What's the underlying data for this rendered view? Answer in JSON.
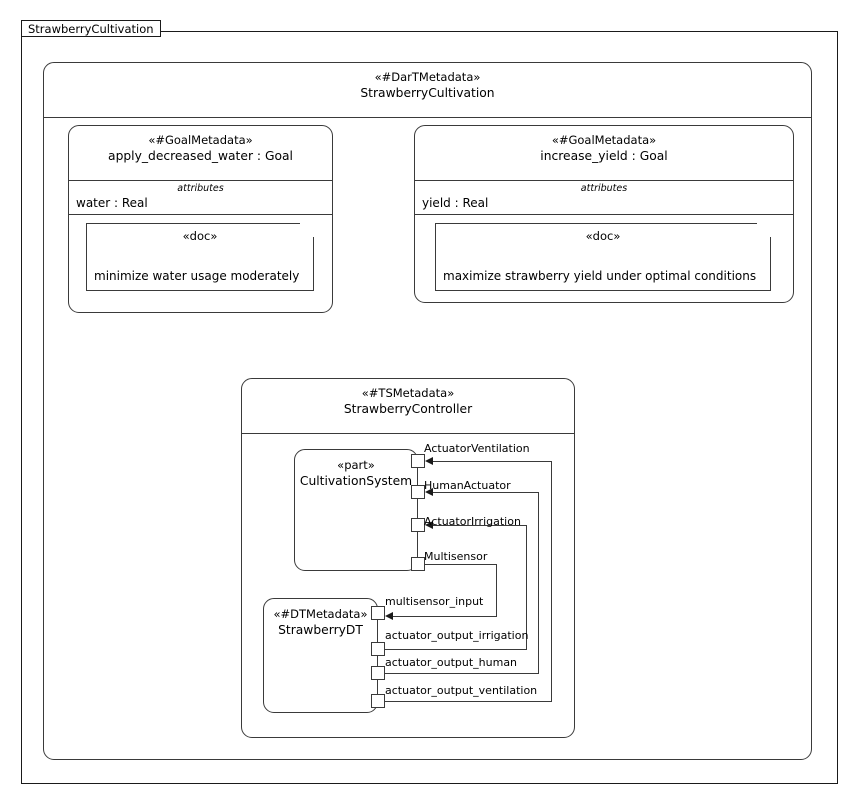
{
  "frame": {
    "label": "StrawberryCultivation"
  },
  "package": {
    "stereotype": "«#DarTMetadata»",
    "name": "StrawberryCultivation"
  },
  "goals": [
    {
      "stereotype": "«#GoalMetadata»",
      "name": "apply_decreased_water : Goal",
      "attributes_label": "attributes",
      "attributes": [
        "water : Real"
      ],
      "doc": {
        "stereotype": "«doc»",
        "text": "minimize water usage moderately"
      }
    },
    {
      "stereotype": "«#GoalMetadata»",
      "name": "increase_yield : Goal",
      "attributes_label": "attributes",
      "attributes": [
        "yield : Real"
      ],
      "doc": {
        "stereotype": "«doc»",
        "text": "maximize strawberry yield under optimal conditions"
      }
    }
  ],
  "controller": {
    "stereotype": "«#TSMetadata»",
    "name": "StrawberryController"
  },
  "cultivation_system": {
    "stereotype": "«part»",
    "name": "CultivationSystem",
    "ports": [
      {
        "label": "ActuatorVentilation",
        "direction": "in"
      },
      {
        "label": "HumanActuator",
        "direction": "in"
      },
      {
        "label": "ActuatorIrrigation",
        "direction": "in"
      },
      {
        "label": "Multisensor",
        "direction": "out"
      }
    ]
  },
  "digital_twin": {
    "stereotype": "«#DTMetadata»",
    "name": "StrawberryDT",
    "ports": [
      {
        "label": "multisensor_input",
        "direction": "in"
      },
      {
        "label": "actuator_output_irrigation",
        "direction": "out"
      },
      {
        "label": "actuator_output_human",
        "direction": "out"
      },
      {
        "label": "actuator_output_ventilation",
        "direction": "out"
      }
    ]
  },
  "connections": [
    {
      "from": "Multisensor",
      "to": "multisensor_input"
    },
    {
      "from": "actuator_output_irrigation",
      "to": "ActuatorIrrigation"
    },
    {
      "from": "actuator_output_human",
      "to": "HumanActuator"
    },
    {
      "from": "actuator_output_ventilation",
      "to": "ActuatorVentilation"
    }
  ],
  "colors": {
    "stroke": "#3a3a3a",
    "frame_stroke": "#1a1a1a",
    "background": "#ffffff"
  }
}
